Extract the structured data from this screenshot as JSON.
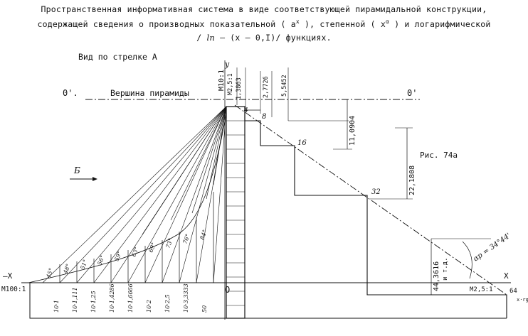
{
  "caption": {
    "line1": "Пространственная информативная система в виде соответствующей пирамидальной конструкции,",
    "line2_a": "содержащей сведения о производных показательной (",
    "line2_a_sym": "a",
    "line2_a_sup": "x",
    "line2_b": "), степенной (",
    "line2_b_sym": "x",
    "line2_b_sup": "α",
    "line2_c": ") и логарифмической",
    "line3_a": "/",
    "line3_ln": "ln",
    "line3_b": "– (x – 0,I)/ функциях."
  },
  "labels": {
    "view": "Вид по стрелке А",
    "apex": "Вершина пирамиды",
    "o_left": "0'.",
    "o_right": "0'",
    "fig": "Рис. 74а",
    "axis_y": "y",
    "axis_x_pos": "X",
    "axis_x_neg": "–X",
    "origin": "O",
    "arrow_b": "Б",
    "scale_left_top": "M10:1",
    "scale_left_bottom": "M100:1",
    "scale_right_top": "M2,5:1",
    "scale_right_bottom": "M2,5:1",
    "angle": "αp = 34°44'",
    "right_end": "64",
    "right_end_sub": "x·rg"
  },
  "steps": [
    "8",
    "16",
    "32"
  ],
  "step_one": "4",
  "dims_top": [
    "1,3863",
    "2,7726",
    "5,5452"
  ],
  "dims_side": [
    "11,0904",
    "22,1808"
  ],
  "dim_low": [
    "44,3616",
    "и т.д."
  ],
  "angles_bottom": [
    "45°",
    "48°",
    "51°",
    "56°",
    "59°",
    "63°",
    "69°",
    "73°",
    "76°",
    "84°"
  ],
  "angles_mins": [
    "",
    "",
    "",
    "",
    "",
    "",
    "",
    "",
    "",
    "",
    ""
  ],
  "params_bottom": [
    "10·1",
    "10·1,111",
    "10·1,25",
    "10·1,4286",
    "10·1,6666",
    "10·2",
    "10·2,5",
    "10·3,3333",
    "50"
  ]
}
